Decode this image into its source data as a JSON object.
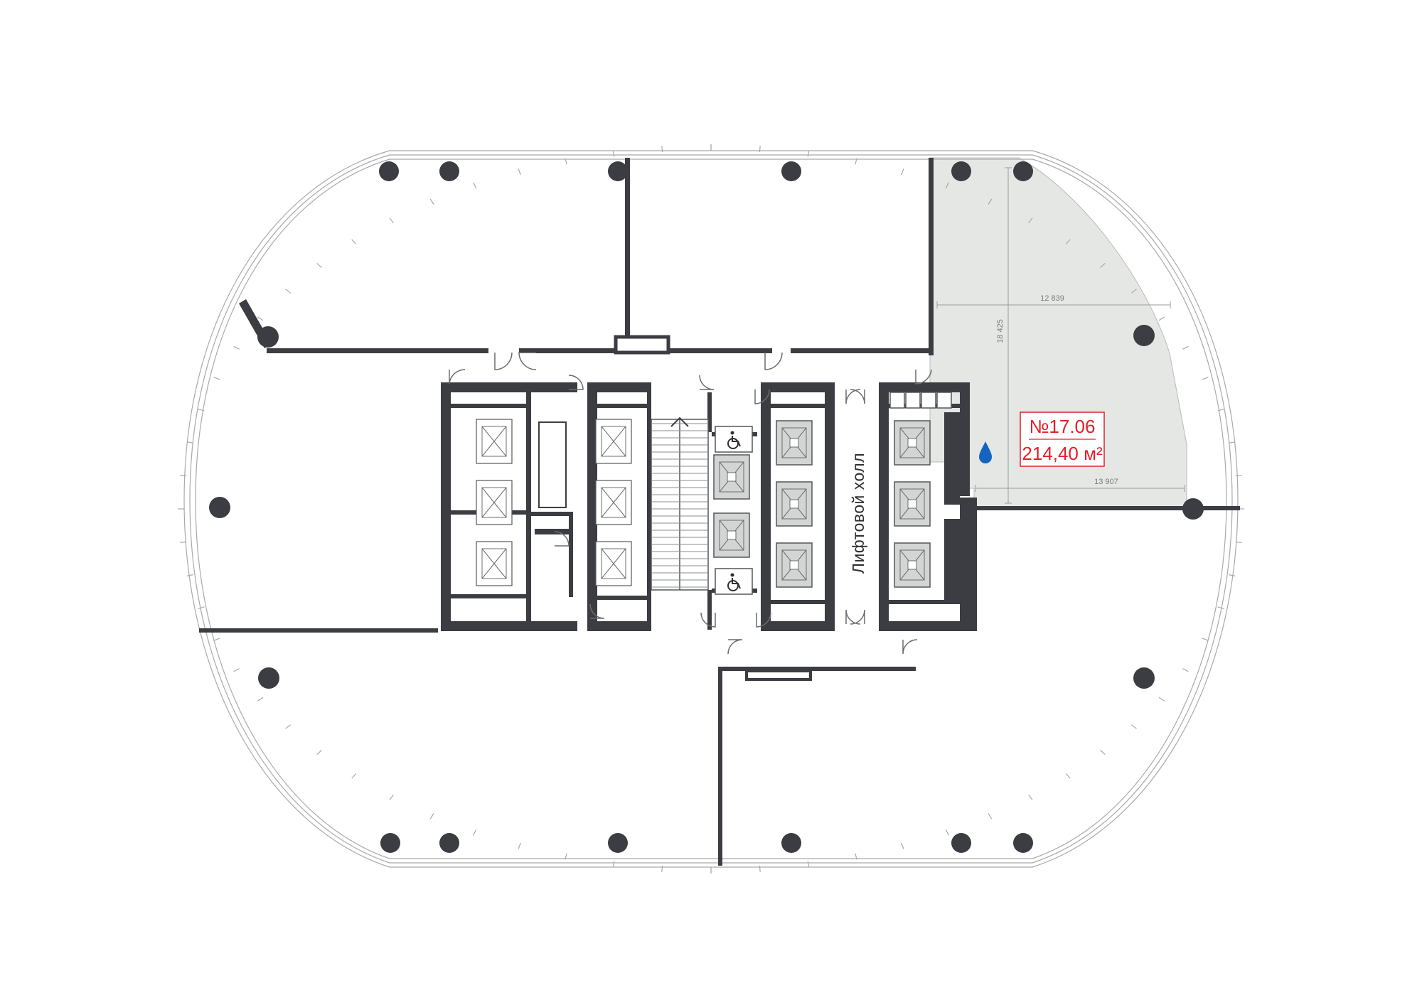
{
  "plan": {
    "hall_label": "Лифтовой холл",
    "unit": {
      "number": "№17.06",
      "area": "214,40 м²"
    },
    "dimensions": {
      "top_width": "12 839",
      "height": "18 425",
      "bottom_width": "13 907"
    }
  },
  "icons": {
    "wheelchair": "wheelchair-icon",
    "water": "water-drop-icon"
  },
  "colors": {
    "walls": "#3c3d43",
    "highlight_fill": "#e5e7e4",
    "accent": "#e3202a",
    "water": "#1565c0",
    "facade": "#a7a9ab",
    "elevator_fill": "#d3d5d4"
  }
}
